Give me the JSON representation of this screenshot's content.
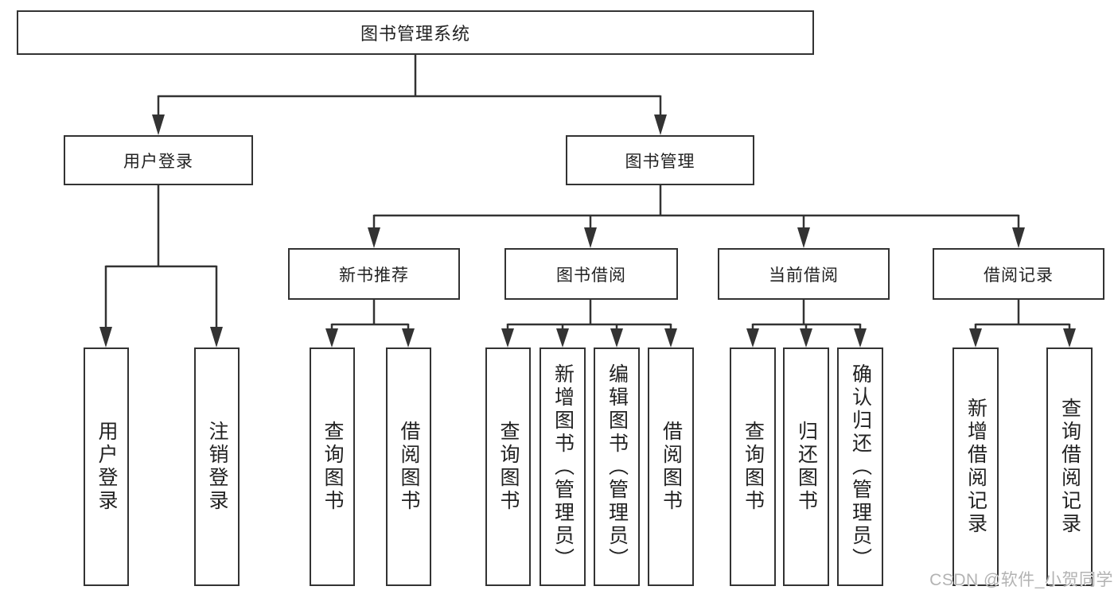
{
  "diagram": {
    "type": "hierarchy-tree",
    "root": {
      "label": "图书管理系统"
    },
    "branches": [
      {
        "label": "用户登录",
        "children": [
          {
            "label": "用户登录"
          },
          {
            "label": "注销登录"
          }
        ]
      },
      {
        "label": "图书管理",
        "children": [
          {
            "label": "新书推荐",
            "children": [
              {
                "label": "查询图书"
              },
              {
                "label": "借阅图书"
              }
            ]
          },
          {
            "label": "图书借阅",
            "children": [
              {
                "label": "查询图书"
              },
              {
                "label": "新增图书（管理员）"
              },
              {
                "label": "编辑图书（管理员）"
              },
              {
                "label": "借阅图书"
              }
            ]
          },
          {
            "label": "当前借阅",
            "children": [
              {
                "label": "查询图书"
              },
              {
                "label": "归还图书"
              },
              {
                "label": "确认归还（管理员）"
              }
            ]
          },
          {
            "label": "借阅记录",
            "children": [
              {
                "label": "新增借阅记录"
              },
              {
                "label": "查询借阅记录"
              }
            ]
          }
        ]
      }
    ],
    "watermark": "CSDN @软件_小贺同学",
    "colors": {
      "line": "#333333",
      "box_border": "#333333",
      "text": "#222222",
      "watermark": "#b3b3b3",
      "background": "#ffffff"
    }
  }
}
